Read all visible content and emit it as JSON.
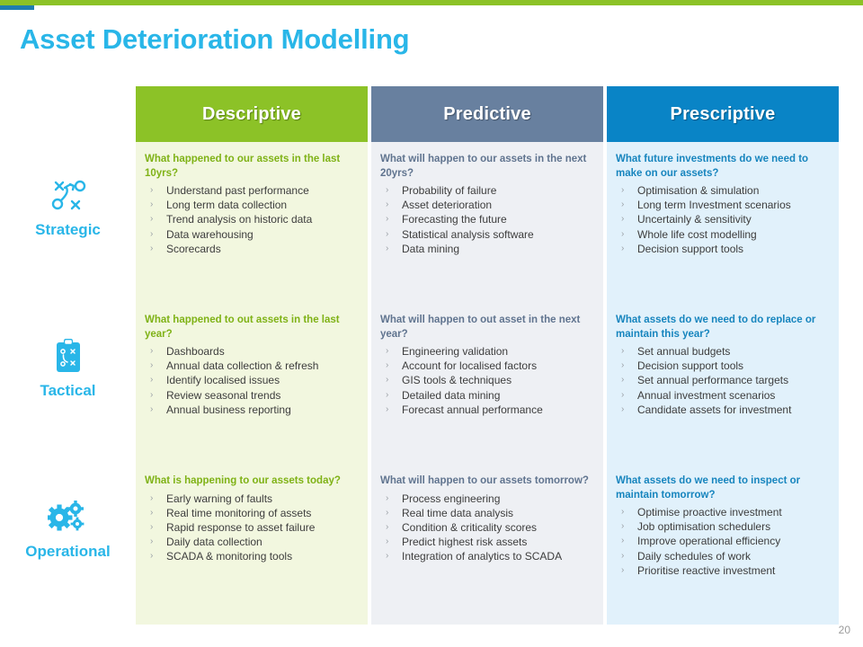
{
  "slide": {
    "title": "Asset Deterioration Modelling",
    "page_number": "20",
    "accent_green": "#8cc227",
    "accent_blue": "#29b6e8",
    "tab_blue": "#1f7eb0"
  },
  "columns": [
    {
      "id": "descriptive",
      "header": "Descriptive",
      "header_color": "#8cc227",
      "body_color": "#f2f7df",
      "question_color": "#7fb216"
    },
    {
      "id": "predictive",
      "header": "Predictive",
      "header_color": "#68809f",
      "body_color": "#eef0f4",
      "question_color": "#60748f"
    },
    {
      "id": "prescriptive",
      "header": "Prescriptive",
      "header_color": "#0984c6",
      "body_color": "#e1f1fb",
      "question_color": "#1785be"
    }
  ],
  "rows": [
    {
      "id": "strategic",
      "label": "Strategic",
      "icon": "strategy-play-icon"
    },
    {
      "id": "tactical",
      "label": "Tactical",
      "icon": "clipboard-plan-icon"
    },
    {
      "id": "operational",
      "label": "Operational",
      "icon": "gears-icon"
    }
  ],
  "cells": {
    "strategic": {
      "descriptive": {
        "question": "What happened to our assets  in the last 10yrs?",
        "items": [
          "Understand  past performance",
          "Long term data collection",
          "Trend  analysis on historic data",
          "Data warehousing",
          "Scorecards"
        ]
      },
      "predictive": {
        "question": "What will happen to our assets  in the next 20yrs?",
        "items": [
          "Probability  of failure",
          "Asset deterioration",
          "Forecasting  the future",
          "Statistical analysis software",
          "Data  mining"
        ]
      },
      "prescriptive": {
        "question": "What future  investments  do we need to make on our assets?",
        "items": [
          "Optimisation & simulation",
          "Long term Investment  scenarios",
          "Uncertainly  & sensitivity",
          "Whole life  cost modelling",
          "Decision  support tools"
        ]
      }
    },
    "tactical": {
      "descriptive": {
        "question": "What happened to out assets  in the last year?",
        "items": [
          "Dashboards",
          "Annual  data collection & refresh",
          "Identify  localised issues",
          "Review  seasonal trends",
          "Annual  business reporting"
        ]
      },
      "predictive": {
        "question": "What will happen to out asset  in the next year?",
        "items": [
          "Engineering  validation",
          "Account for  localised factors",
          "GIS tools & techniques",
          "Detailed  data mining",
          "Forecast annual  performance"
        ]
      },
      "prescriptive": {
        "question": "What assets  do we need to do replace or maintain this year?",
        "items": [
          "Set annual  budgets",
          "Decision  support tools",
          "Set annual  performance  targets",
          "Annual  investment  scenarios",
          "Candidate  assets for investment"
        ]
      }
    },
    "operational": {
      "descriptive": {
        "question": "What is happening to our assets today?",
        "items": [
          "Early warning  of faults",
          "Real time monitoring  of assets",
          "Rapid  response to asset failure",
          "Daily data collection",
          "SCADA &  monitoring tools"
        ]
      },
      "predictive": {
        "question": "What will happen to our assets tomorrow?",
        "items": [
          "Process engineering",
          "Real time data analysis",
          "Condition  & criticality scores",
          "Predict highest risk assets",
          "Integration  of analytics to SCADA"
        ]
      },
      "prescriptive": {
        "question": "What assets  do we need to inspect  or maintain tomorrow?",
        "items": [
          "Optimise proactive  investment",
          "Job  optimisation schedulers",
          "Improve  operational  efficiency",
          "Daily  schedules of work",
          "Prioritise reactive  investment"
        ]
      }
    }
  },
  "bullet_glyph": "›"
}
